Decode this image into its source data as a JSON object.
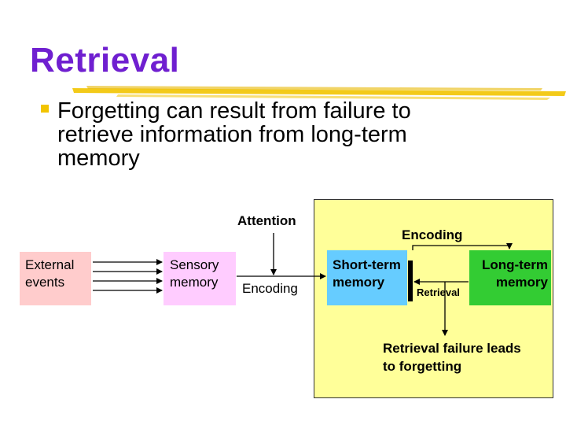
{
  "slide": {
    "title": "Retrieval",
    "bullet": "Forgetting can result from failure to retrieve information from long-term memory"
  },
  "diagram": {
    "external_events": "External events",
    "sensory_memory": "Sensory memory",
    "attention": "Attention",
    "encoding_sensory": "Encoding",
    "encoding_top": "Encoding",
    "short_term": "Short-term memory",
    "long_term": "Long-term memory",
    "retrieval": "Retrieval",
    "retrieval_failure": "Retrieval failure leads to forgetting"
  },
  "colors": {
    "title": "#6f1fd0",
    "bullet_marker": "#f2c400",
    "underline": "#f2c400",
    "external_box": "#ffcccc",
    "sensory_box": "#ffccff",
    "region_box": "#ffff99",
    "short_term_box": "#66ccff",
    "long_term_box": "#33cc33"
  }
}
